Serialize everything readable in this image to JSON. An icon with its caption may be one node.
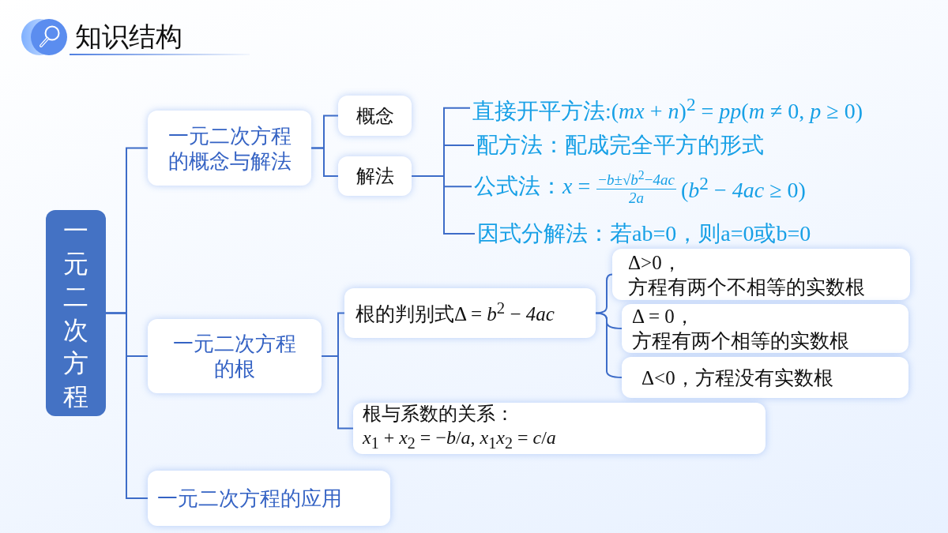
{
  "diagram": {
    "title": "知识结构",
    "nodes": [
      {
        "text": [
          "一元二次方程"
        ]
      },
      {
        "text": [
          "一元二次方程的概念与解法"
        ]
      },
      {
        "text": [
          "概念"
        ]
      },
      {
        "text": [
          "解法"
        ]
      },
      {
        "text": [
          "直接开平方法:(*mx* + *n*)$^{2}$ = *pp*(*m* ≠ 0, *p* ≥ 0)"
        ]
      },
      {
        "text": [
          "配方法：配成完全平方的形式"
        ]
      },
      {
        "text": [
          "公式法：*x* =",
          "−*b*±√*b*$^{2}$−*4ac*",
          "*2a*",
          "(*b*$^{2}$ − *4ac* ≥ 0)"
        ]
      },
      {
        "text": [
          "因式分解法：若ab=0，则a=0或b=0"
        ]
      },
      {
        "text": [
          "一元二次方程的根"
        ]
      },
      {
        "text": [
          "根的判别式Δ = *b*$^{2}$ − *4ac*"
        ]
      },
      {
        "text": [
          "Δ>0，",
          "方程有两个不相等的实数根"
        ]
      },
      {
        "text": [
          "Δ = 0，",
          "方程有两个相等的实数根"
        ]
      },
      {
        "text": [
          "Δ<0，方程没有实数根"
        ]
      },
      {
        "text": [
          "根与系数的关系：",
          "*x*$_{1}$ + *x*$_{2}$ = −*b*/*a*, *x*$_{1}$*x*$_{2}$ = *c*/*a*"
        ]
      },
      {
        "text": [
          "一元二次方程的应用"
        ]
      }
    ],
    "edges": [
      {
        "from": 0,
        "to": 1,
        "arrow": "none"
      },
      {
        "from": 0,
        "to": 8,
        "arrow": "none"
      },
      {
        "from": 0,
        "to": 14,
        "arrow": "none"
      },
      {
        "from": 1,
        "to": 2,
        "arrow": "none"
      },
      {
        "from": 1,
        "to": 3,
        "arrow": "none"
      },
      {
        "from": 3,
        "to": 4,
        "arrow": "none"
      },
      {
        "from": 3,
        "to": 5,
        "arrow": "none"
      },
      {
        "from": 3,
        "to": 6,
        "arrow": "none"
      },
      {
        "from": 3,
        "to": 7,
        "arrow": "none"
      },
      {
        "from": 8,
        "to": 9,
        "arrow": "none"
      },
      {
        "from": 8,
        "to": 13,
        "arrow": "none"
      },
      {
        "from": 9,
        "to": 10,
        "arrow": "none"
      },
      {
        "from": 9,
        "to": 11,
        "arrow": "none"
      },
      {
        "from": 9,
        "to": 12,
        "arrow": "none"
      }
    ]
  }
}
